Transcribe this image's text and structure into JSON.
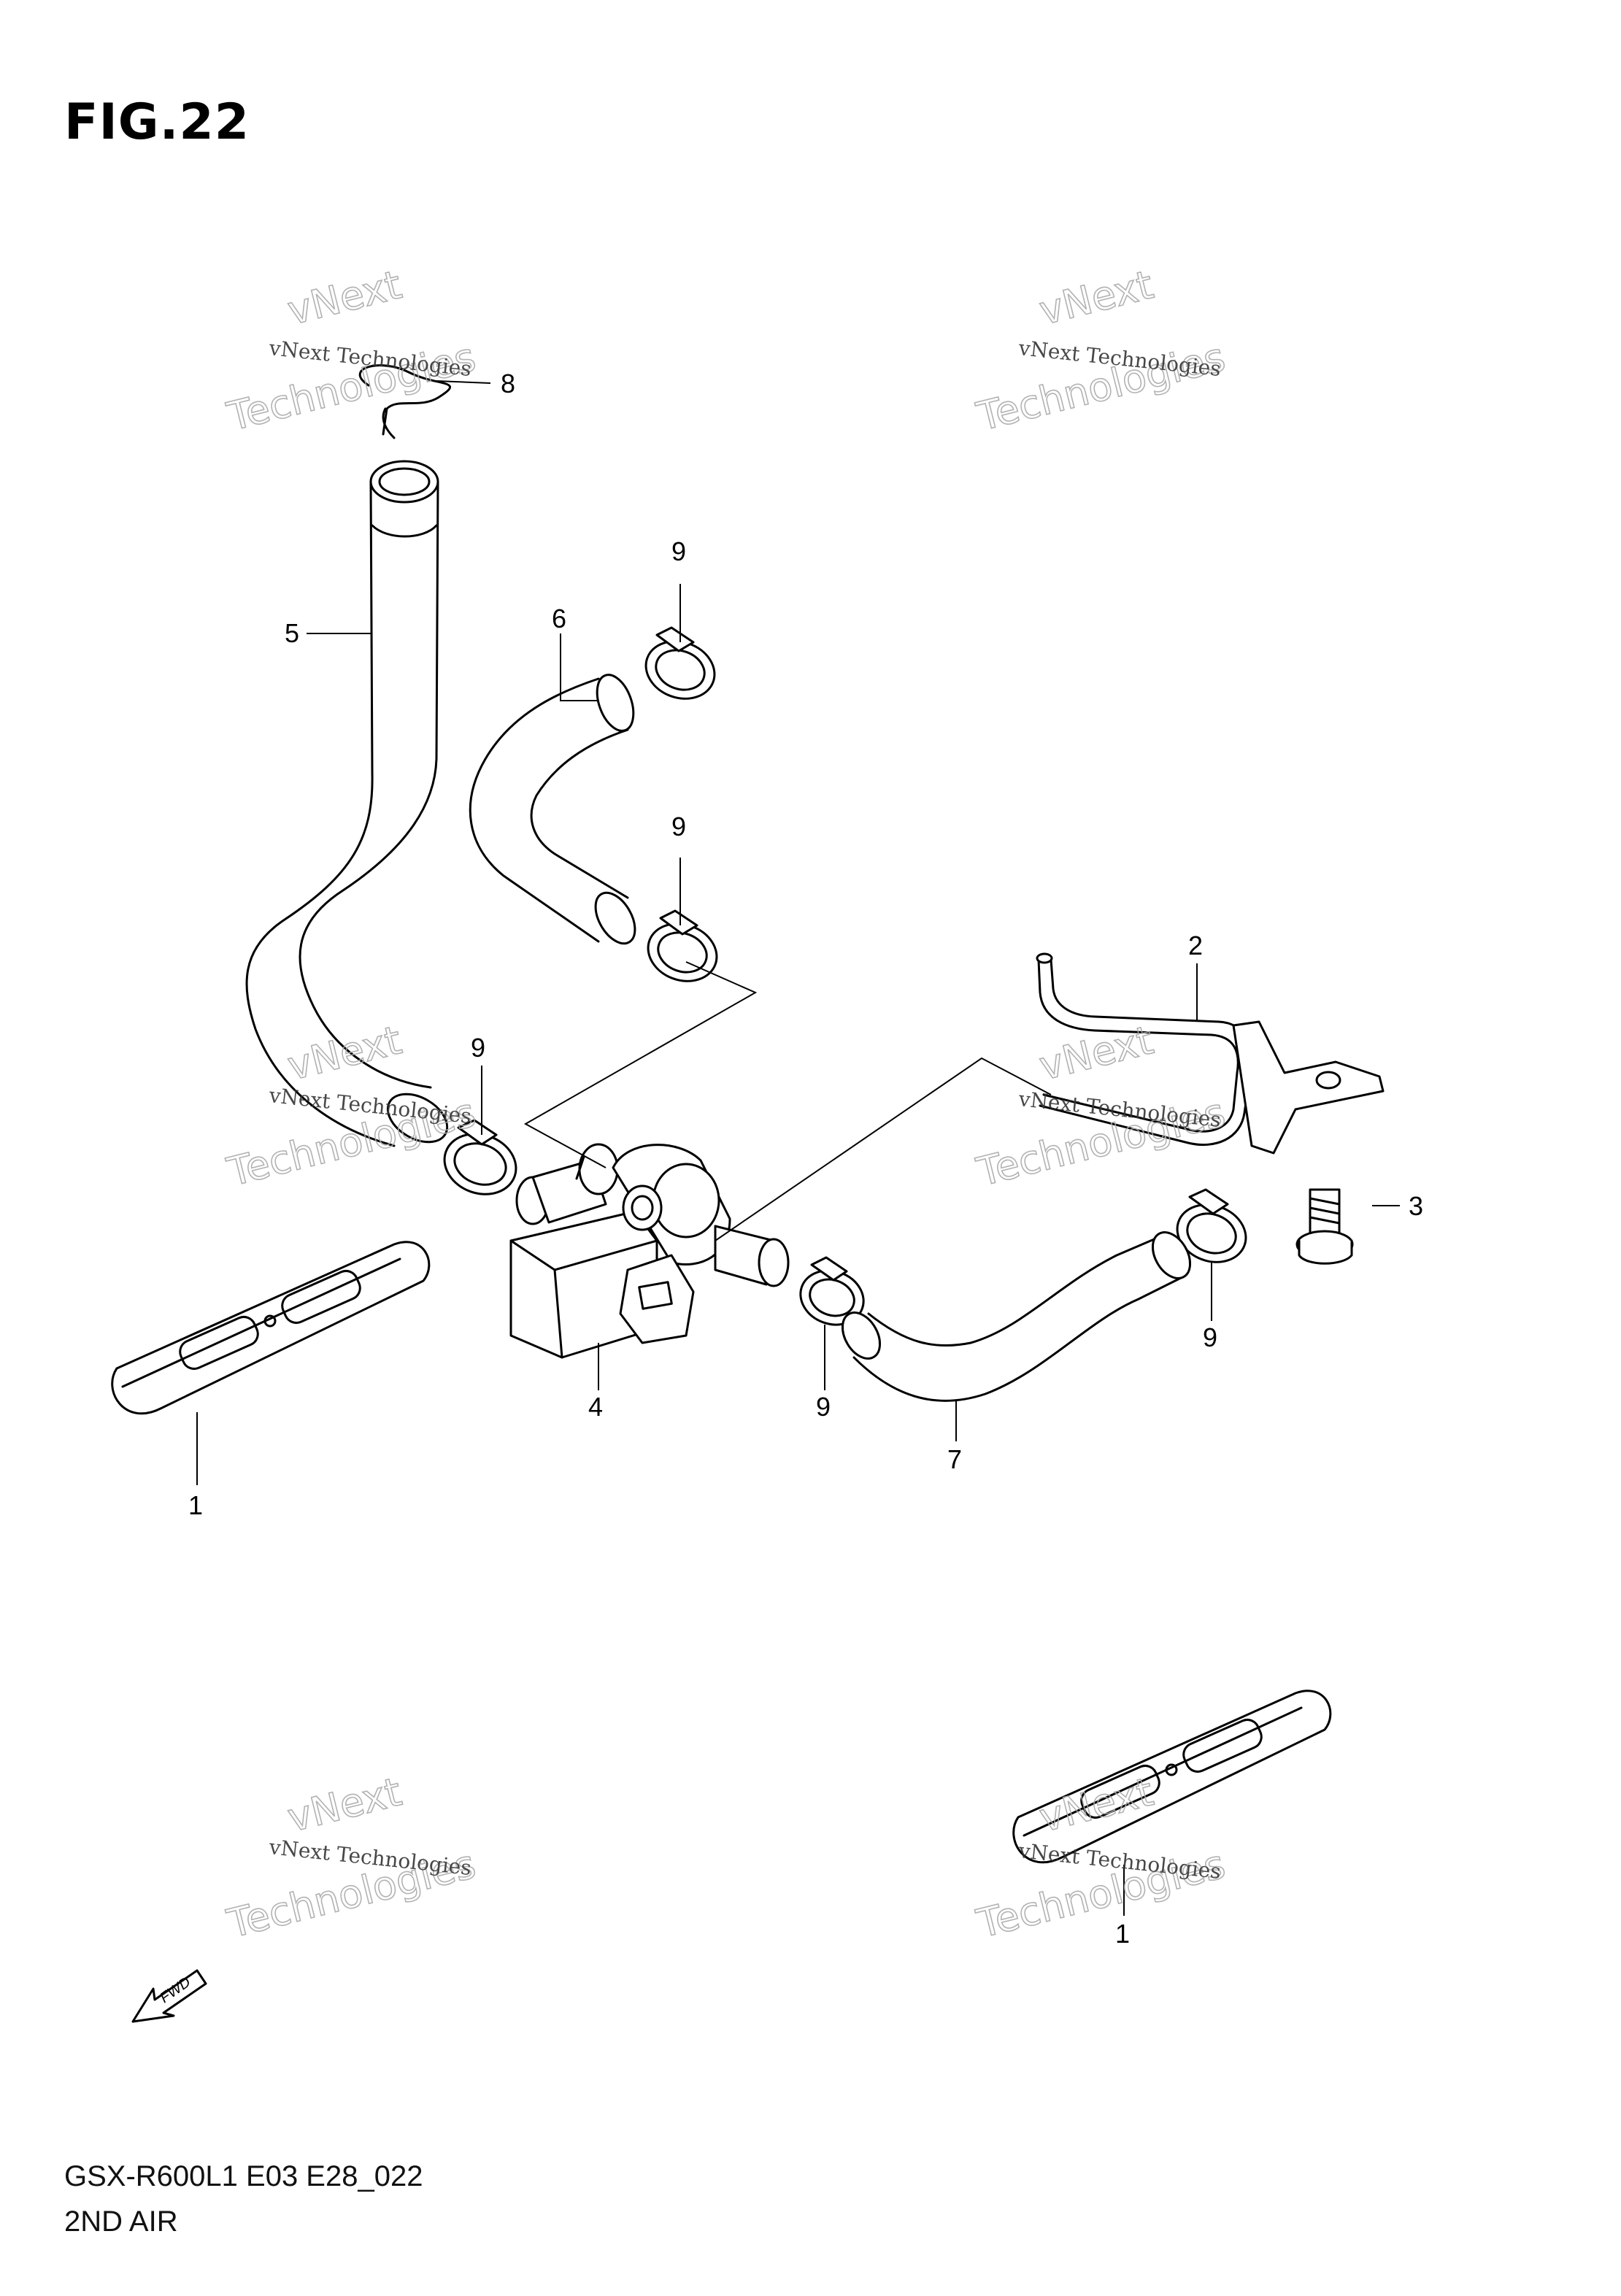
{
  "figure": {
    "title": "FIG.22",
    "model_code": "GSX-R600L1 E03 E28_022",
    "section_name": "2ND AIR"
  },
  "callouts": {
    "c1a": "1",
    "c1b": "1",
    "c2": "2",
    "c3": "3",
    "c4": "4",
    "c5": "5",
    "c6": "6",
    "c7": "7",
    "c8": "8",
    "c9a": "9",
    "c9b": "9",
    "c9c": "9",
    "c9d": "9",
    "c9e": "9"
  },
  "fwd_label": "FWD",
  "watermark": {
    "line1": "vNext Technologies",
    "brand_top": "vNext",
    "brand_bottom": "Technologies"
  }
}
